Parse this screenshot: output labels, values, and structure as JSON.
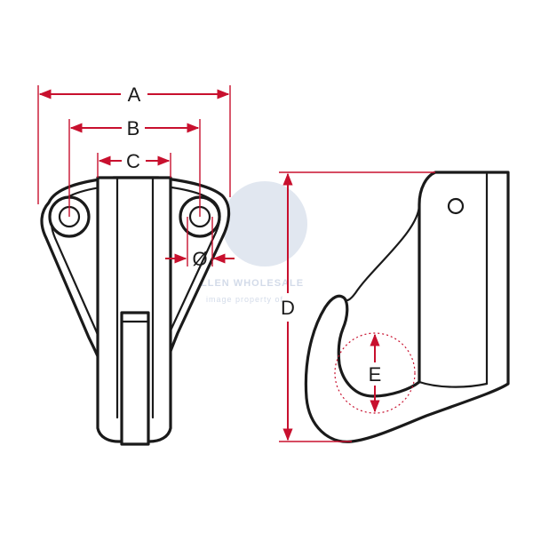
{
  "figure": {
    "dimension_labels": {
      "a": "A",
      "b": "B",
      "c": "C",
      "diameter": "Ø",
      "d": "D",
      "e": "E"
    }
  },
  "watermark": {
    "text": "SAM ALLEN WHOLESALE",
    "note": "image property of"
  },
  "colors": {
    "outline": "#1a1a1a",
    "dimension": "#c8102e",
    "background": "#ffffff",
    "watermark": "#c9d3e4"
  }
}
